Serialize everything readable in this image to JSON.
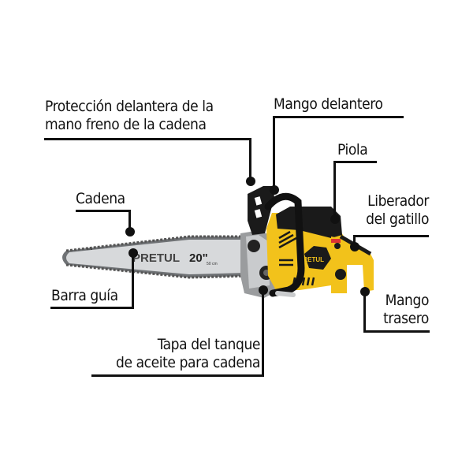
{
  "diagram": {
    "subject": "Motosierra PRETUL",
    "labels": {
      "proteccion": [
        "Protección delantera de la",
        "mano freno de la cadena"
      ],
      "mango_delantero": "Mango delantero",
      "piola": "Piola",
      "cadena": "Cadena",
      "liberador": [
        "Liberador",
        "del gatillo"
      ],
      "barra": "Barra guía",
      "mango_trasero": [
        "Mango",
        "trasero"
      ],
      "tapa": [
        "Tapa del tanque",
        "de aceite para cadena"
      ]
    },
    "product": {
      "brand": "PRETUL",
      "bar_size": "20\"",
      "bar_size_cm": "50 cm",
      "body_color": "#F2C21B",
      "trim_color": "#1A1A1A",
      "bar_color": "#D7D9DB"
    }
  }
}
